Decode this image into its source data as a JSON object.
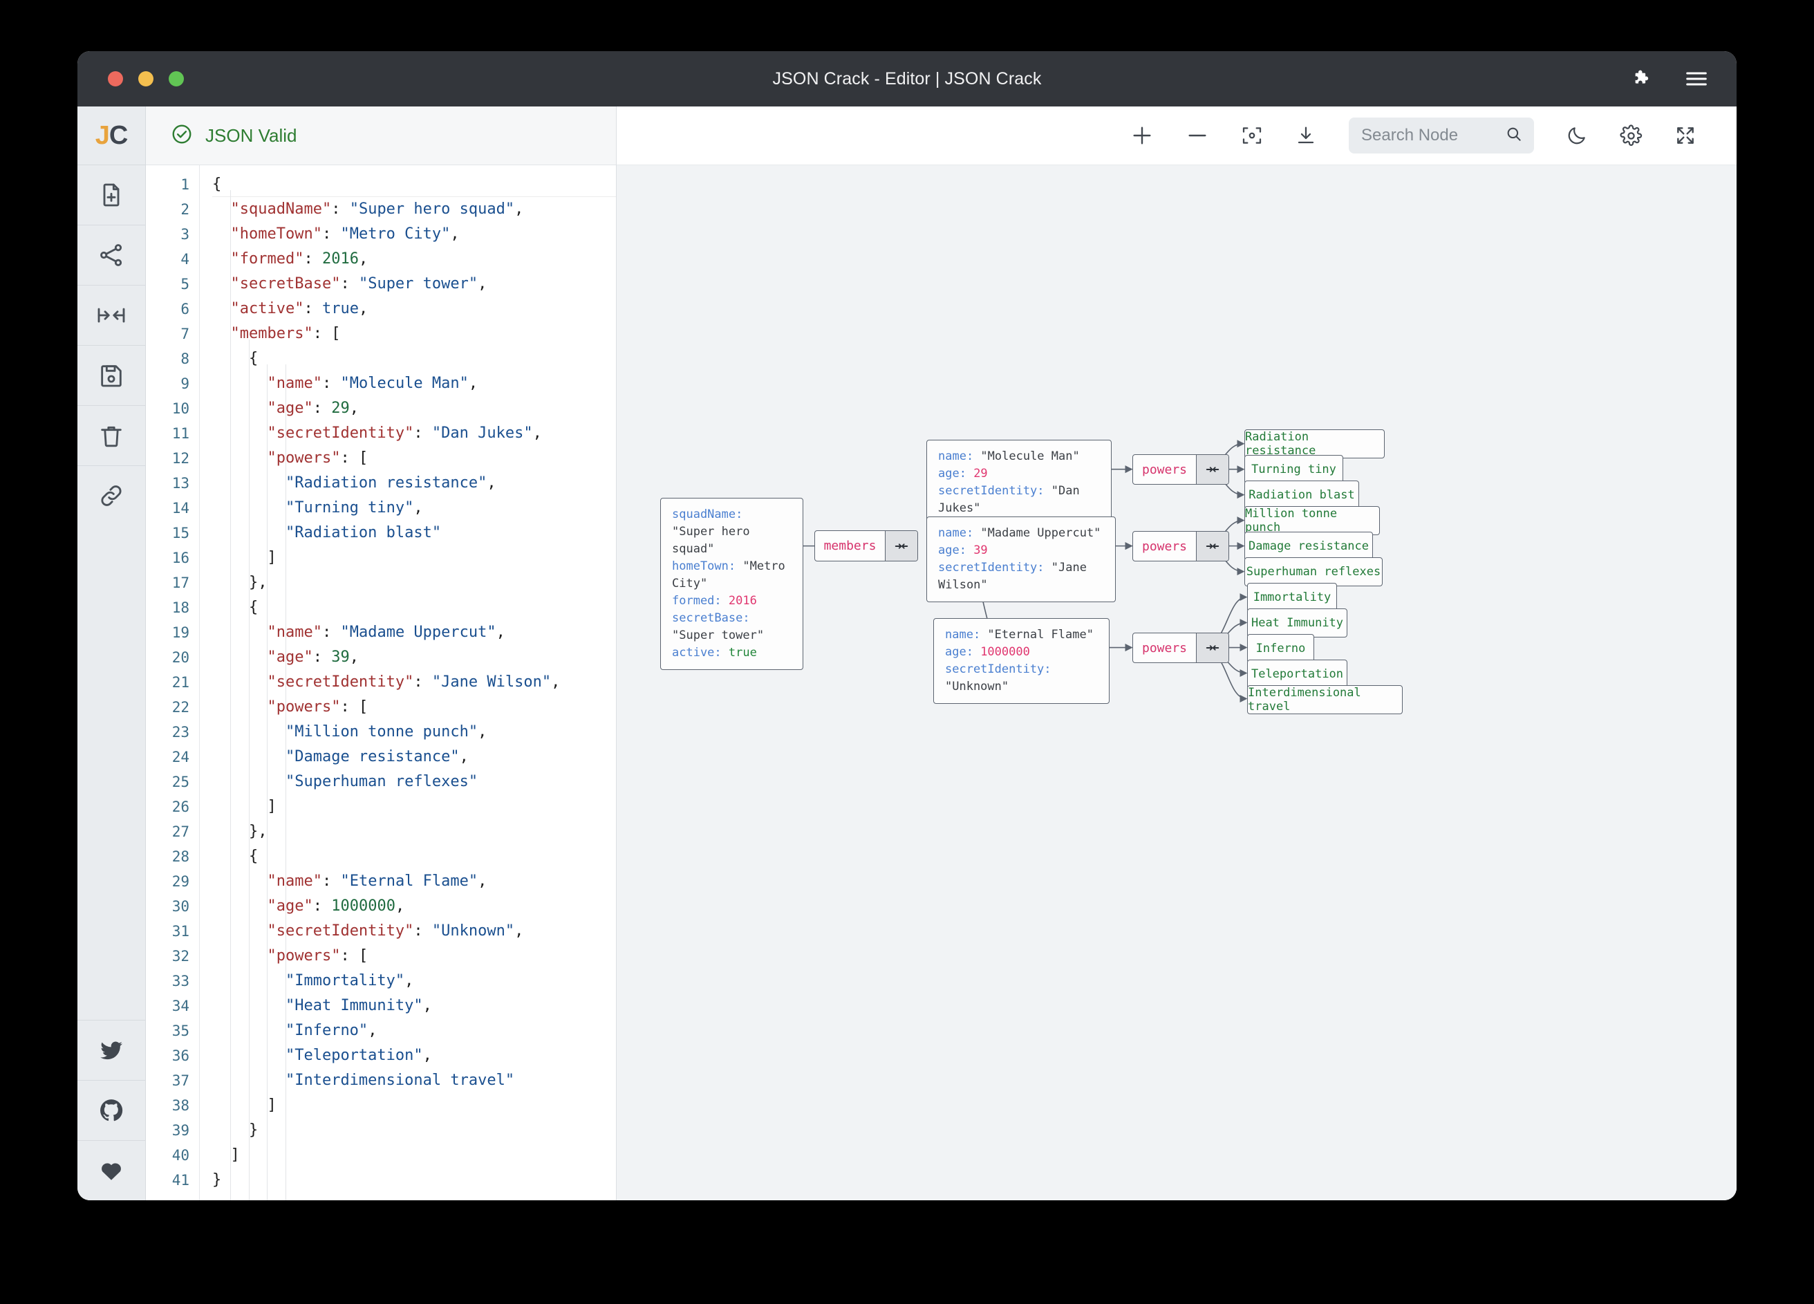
{
  "window": {
    "title": "JSON Crack - Editor | JSON Crack",
    "traffic_lights": [
      "close",
      "minimize",
      "maximize"
    ],
    "right_icons": [
      "puzzle-extension-icon",
      "hamburger-menu-icon"
    ]
  },
  "sidebar": {
    "logo": {
      "first": "J",
      "second": "C"
    },
    "items": [
      {
        "name": "new-document",
        "icon": "file-plus-icon"
      },
      {
        "name": "share-graph",
        "icon": "share-nodes-icon"
      },
      {
        "name": "collapse-expand",
        "icon": "arrows-collapse-icon"
      },
      {
        "name": "save-file",
        "icon": "floppy-save-icon"
      },
      {
        "name": "clear-document",
        "icon": "trash-icon"
      },
      {
        "name": "copy-link",
        "icon": "link-icon"
      }
    ],
    "social": [
      {
        "name": "twitter",
        "icon": "twitter-bird-icon"
      },
      {
        "name": "github",
        "icon": "github-cat-icon"
      },
      {
        "name": "sponsor",
        "icon": "heart-icon"
      }
    ]
  },
  "editor": {
    "status": "JSON Valid",
    "status_icon": "check-circle-icon",
    "status_color": "#2e7d32",
    "line_count": 41,
    "lines": [
      {
        "n": 1,
        "tokens": [
          {
            "t": "{",
            "c": "p"
          }
        ]
      },
      {
        "n": 2,
        "indent": 1,
        "tokens": [
          {
            "t": "\"squadName\"",
            "c": "k"
          },
          {
            "t": ": ",
            "c": "p"
          },
          {
            "t": "\"Super hero squad\"",
            "c": "s"
          },
          {
            "t": ",",
            "c": "p"
          }
        ]
      },
      {
        "n": 3,
        "indent": 1,
        "tokens": [
          {
            "t": "\"homeTown\"",
            "c": "k"
          },
          {
            "t": ": ",
            "c": "p"
          },
          {
            "t": "\"Metro City\"",
            "c": "s"
          },
          {
            "t": ",",
            "c": "p"
          }
        ]
      },
      {
        "n": 4,
        "indent": 1,
        "tokens": [
          {
            "t": "\"formed\"",
            "c": "k"
          },
          {
            "t": ": ",
            "c": "p"
          },
          {
            "t": "2016",
            "c": "n"
          },
          {
            "t": ",",
            "c": "p"
          }
        ]
      },
      {
        "n": 5,
        "indent": 1,
        "tokens": [
          {
            "t": "\"secretBase\"",
            "c": "k"
          },
          {
            "t": ": ",
            "c": "p"
          },
          {
            "t": "\"Super tower\"",
            "c": "s"
          },
          {
            "t": ",",
            "c": "p"
          }
        ]
      },
      {
        "n": 6,
        "indent": 1,
        "tokens": [
          {
            "t": "\"active\"",
            "c": "k"
          },
          {
            "t": ": ",
            "c": "p"
          },
          {
            "t": "true",
            "c": "b"
          },
          {
            "t": ",",
            "c": "p"
          }
        ]
      },
      {
        "n": 7,
        "indent": 1,
        "tokens": [
          {
            "t": "\"members\"",
            "c": "k"
          },
          {
            "t": ": [",
            "c": "p"
          }
        ]
      },
      {
        "n": 8,
        "indent": 2,
        "tokens": [
          {
            "t": "{",
            "c": "p"
          }
        ]
      },
      {
        "n": 9,
        "indent": 3,
        "tokens": [
          {
            "t": "\"name\"",
            "c": "k"
          },
          {
            "t": ": ",
            "c": "p"
          },
          {
            "t": "\"Molecule Man\"",
            "c": "s"
          },
          {
            "t": ",",
            "c": "p"
          }
        ]
      },
      {
        "n": 10,
        "indent": 3,
        "tokens": [
          {
            "t": "\"age\"",
            "c": "k"
          },
          {
            "t": ": ",
            "c": "p"
          },
          {
            "t": "29",
            "c": "n"
          },
          {
            "t": ",",
            "c": "p"
          }
        ]
      },
      {
        "n": 11,
        "indent": 3,
        "tokens": [
          {
            "t": "\"secretIdentity\"",
            "c": "k"
          },
          {
            "t": ": ",
            "c": "p"
          },
          {
            "t": "\"Dan Jukes\"",
            "c": "s"
          },
          {
            "t": ",",
            "c": "p"
          }
        ]
      },
      {
        "n": 12,
        "indent": 3,
        "tokens": [
          {
            "t": "\"powers\"",
            "c": "k"
          },
          {
            "t": ": [",
            "c": "p"
          }
        ]
      },
      {
        "n": 13,
        "indent": 4,
        "tokens": [
          {
            "t": "\"Radiation resistance\"",
            "c": "s"
          },
          {
            "t": ",",
            "c": "p"
          }
        ]
      },
      {
        "n": 14,
        "indent": 4,
        "tokens": [
          {
            "t": "\"Turning tiny\"",
            "c": "s"
          },
          {
            "t": ",",
            "c": "p"
          }
        ]
      },
      {
        "n": 15,
        "indent": 4,
        "tokens": [
          {
            "t": "\"Radiation blast\"",
            "c": "s"
          }
        ]
      },
      {
        "n": 16,
        "indent": 3,
        "tokens": [
          {
            "t": "]",
            "c": "p"
          }
        ]
      },
      {
        "n": 17,
        "indent": 2,
        "tokens": [
          {
            "t": "},",
            "c": "p"
          }
        ]
      },
      {
        "n": 18,
        "indent": 2,
        "tokens": [
          {
            "t": "{",
            "c": "p"
          }
        ]
      },
      {
        "n": 19,
        "indent": 3,
        "tokens": [
          {
            "t": "\"name\"",
            "c": "k"
          },
          {
            "t": ": ",
            "c": "p"
          },
          {
            "t": "\"Madame Uppercut\"",
            "c": "s"
          },
          {
            "t": ",",
            "c": "p"
          }
        ]
      },
      {
        "n": 20,
        "indent": 3,
        "tokens": [
          {
            "t": "\"age\"",
            "c": "k"
          },
          {
            "t": ": ",
            "c": "p"
          },
          {
            "t": "39",
            "c": "n"
          },
          {
            "t": ",",
            "c": "p"
          }
        ]
      },
      {
        "n": 21,
        "indent": 3,
        "tokens": [
          {
            "t": "\"secretIdentity\"",
            "c": "k"
          },
          {
            "t": ": ",
            "c": "p"
          },
          {
            "t": "\"Jane Wilson\"",
            "c": "s"
          },
          {
            "t": ",",
            "c": "p"
          }
        ]
      },
      {
        "n": 22,
        "indent": 3,
        "tokens": [
          {
            "t": "\"powers\"",
            "c": "k"
          },
          {
            "t": ": [",
            "c": "p"
          }
        ]
      },
      {
        "n": 23,
        "indent": 4,
        "tokens": [
          {
            "t": "\"Million tonne punch\"",
            "c": "s"
          },
          {
            "t": ",",
            "c": "p"
          }
        ]
      },
      {
        "n": 24,
        "indent": 4,
        "tokens": [
          {
            "t": "\"Damage resistance\"",
            "c": "s"
          },
          {
            "t": ",",
            "c": "p"
          }
        ]
      },
      {
        "n": 25,
        "indent": 4,
        "tokens": [
          {
            "t": "\"Superhuman reflexes\"",
            "c": "s"
          }
        ]
      },
      {
        "n": 26,
        "indent": 3,
        "tokens": [
          {
            "t": "]",
            "c": "p"
          }
        ]
      },
      {
        "n": 27,
        "indent": 2,
        "tokens": [
          {
            "t": "},",
            "c": "p"
          }
        ]
      },
      {
        "n": 28,
        "indent": 2,
        "tokens": [
          {
            "t": "{",
            "c": "p"
          }
        ]
      },
      {
        "n": 29,
        "indent": 3,
        "tokens": [
          {
            "t": "\"name\"",
            "c": "k"
          },
          {
            "t": ": ",
            "c": "p"
          },
          {
            "t": "\"Eternal Flame\"",
            "c": "s"
          },
          {
            "t": ",",
            "c": "p"
          }
        ]
      },
      {
        "n": 30,
        "indent": 3,
        "tokens": [
          {
            "t": "\"age\"",
            "c": "k"
          },
          {
            "t": ": ",
            "c": "p"
          },
          {
            "t": "1000000",
            "c": "n"
          },
          {
            "t": ",",
            "c": "p"
          }
        ]
      },
      {
        "n": 31,
        "indent": 3,
        "tokens": [
          {
            "t": "\"secretIdentity\"",
            "c": "k"
          },
          {
            "t": ": ",
            "c": "p"
          },
          {
            "t": "\"Unknown\"",
            "c": "s"
          },
          {
            "t": ",",
            "c": "p"
          }
        ]
      },
      {
        "n": 32,
        "indent": 3,
        "tokens": [
          {
            "t": "\"powers\"",
            "c": "k"
          },
          {
            "t": ": [",
            "c": "p"
          }
        ]
      },
      {
        "n": 33,
        "indent": 4,
        "tokens": [
          {
            "t": "\"Immortality\"",
            "c": "s"
          },
          {
            "t": ",",
            "c": "p"
          }
        ]
      },
      {
        "n": 34,
        "indent": 4,
        "tokens": [
          {
            "t": "\"Heat Immunity\"",
            "c": "s"
          },
          {
            "t": ",",
            "c": "p"
          }
        ]
      },
      {
        "n": 35,
        "indent": 4,
        "tokens": [
          {
            "t": "\"Inferno\"",
            "c": "s"
          },
          {
            "t": ",",
            "c": "p"
          }
        ]
      },
      {
        "n": 36,
        "indent": 4,
        "tokens": [
          {
            "t": "\"Teleportation\"",
            "c": "s"
          },
          {
            "t": ",",
            "c": "p"
          }
        ]
      },
      {
        "n": 37,
        "indent": 4,
        "tokens": [
          {
            "t": "\"Interdimensional travel\"",
            "c": "s"
          }
        ]
      },
      {
        "n": 38,
        "indent": 3,
        "tokens": [
          {
            "t": "]",
            "c": "p"
          }
        ]
      },
      {
        "n": 39,
        "indent": 2,
        "tokens": [
          {
            "t": "}",
            "c": "p"
          }
        ]
      },
      {
        "n": 40,
        "indent": 1,
        "tokens": [
          {
            "t": "]",
            "c": "p"
          }
        ]
      },
      {
        "n": 41,
        "tokens": [
          {
            "t": "}",
            "c": "p"
          }
        ]
      }
    ]
  },
  "graph_toolbar": {
    "zoom_in": "zoom-in-icon",
    "zoom_out": "zoom-out-icon",
    "center_view": "center-focus-icon",
    "download": "download-icon",
    "search_placeholder": "Search Node",
    "search_value": "",
    "search_icon": "search-icon",
    "theme_toggle": "moon-icon",
    "settings": "gear-icon",
    "fullscreen": "fullscreen-icon"
  },
  "graph": {
    "nodes": {
      "root": {
        "rows": [
          {
            "key": "squadName",
            "value": "\"Super hero squad\"",
            "type": "string"
          },
          {
            "key": "homeTown",
            "value": "\"Metro City\"",
            "type": "string"
          },
          {
            "key": "formed",
            "value": "2016",
            "type": "number"
          },
          {
            "key": "secretBase",
            "value": "\"Super tower\"",
            "type": "string"
          },
          {
            "key": "active",
            "value": "true",
            "type": "boolean"
          }
        ]
      },
      "members": {
        "label": "members",
        "toggle_icon": "collapse-icon"
      },
      "member1": {
        "rows": [
          {
            "key": "name",
            "value": "\"Molecule Man\"",
            "type": "string"
          },
          {
            "key": "age",
            "value": "29",
            "type": "number"
          },
          {
            "key": "secretIdentity",
            "value": "\"Dan Jukes\"",
            "type": "string"
          }
        ]
      },
      "member2": {
        "rows": [
          {
            "key": "name",
            "value": "\"Madame Uppercut\"",
            "type": "string"
          },
          {
            "key": "age",
            "value": "39",
            "type": "number"
          },
          {
            "key": "secretIdentity",
            "value": "\"Jane Wilson\"",
            "type": "string"
          }
        ]
      },
      "member3": {
        "rows": [
          {
            "key": "name",
            "value": "\"Eternal Flame\"",
            "type": "string"
          },
          {
            "key": "age",
            "value": "1000000",
            "type": "number"
          },
          {
            "key": "secretIdentity",
            "value": "\"Unknown\"",
            "type": "string"
          }
        ]
      },
      "powers1": {
        "label": "powers",
        "toggle_icon": "collapse-icon"
      },
      "powers2": {
        "label": "powers",
        "toggle_icon": "collapse-icon"
      },
      "powers3": {
        "label": "powers",
        "toggle_icon": "collapse-icon"
      },
      "leaves": {
        "p1a": "Radiation resistance",
        "p1b": "Turning tiny",
        "p1c": "Radiation blast",
        "p2a": "Million tonne punch",
        "p2b": "Damage resistance",
        "p2c": "Superhuman reflexes",
        "p3a": "Immortality",
        "p3b": "Heat Immunity",
        "p3c": "Inferno",
        "p3d": "Teleportation",
        "p3e": "Interdimensional travel"
      }
    }
  },
  "colors": {
    "titlebar": "#33363b",
    "valid_green": "#2e7d32",
    "node_key": "#4a7fd0",
    "node_number": "#e0366f",
    "node_boolean": "#22863a",
    "node_leaf_text": "#227a38",
    "parent_label": "#d6336c",
    "canvas_bg": "#f1f3f5",
    "edge": "#5c6470"
  }
}
